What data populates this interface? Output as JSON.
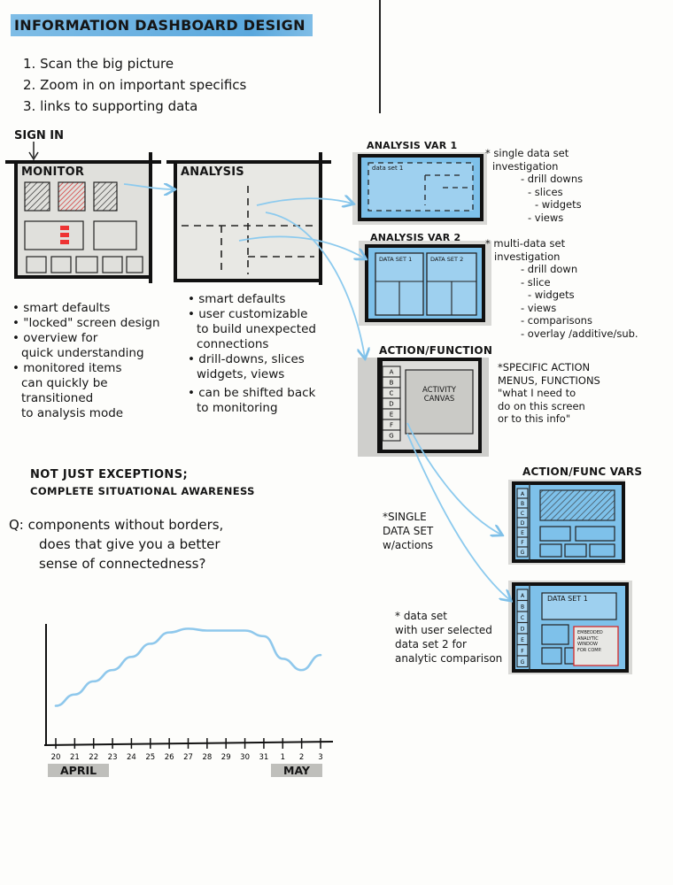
{
  "header": {
    "title": "INFORMATION DASHBOARD DESIGN"
  },
  "steps": [
    "1. Scan the big picture",
    "2. Zoom in on important specifics",
    "3. links to supporting data"
  ],
  "sign_in": "SIGN IN",
  "monitor": {
    "title": "MONITOR",
    "bullets": [
      "• smart defaults",
      "• \"locked\" screen design",
      "• overview for",
      "  quick understanding",
      "• monitored items",
      "  can quickly be",
      "  transitioned",
      "  to analysis mode"
    ]
  },
  "analysis": {
    "title": "ANALYSIS",
    "bullets": [
      "• smart defaults",
      "• user customizable",
      "  to build unexpected",
      "  connections",
      "• drill-downs, slices",
      "  widgets, views",
      "• can be shifted back",
      "  to monitoring"
    ]
  },
  "var1": {
    "label": "ANALYSIS VAR 1",
    "inner_label": "data set 1",
    "notes": [
      "* single data set",
      "  investigation",
      "    - drill downs",
      "    - slices",
      "    - widgets",
      "    - views"
    ]
  },
  "var2": {
    "label": "ANALYSIS VAR 2",
    "inner_labels": [
      "DATA SET 1",
      "DATA SET 2"
    ],
    "notes": [
      "* multi-data set",
      "  investigation",
      "    - drill down",
      "    - slice",
      "    - widgets",
      "    - views",
      "    - comparisons",
      "    - overlay /additive/sub."
    ]
  },
  "action": {
    "label": "ACTION/FUNCTION",
    "canvas": [
      "ACTIVITY",
      "CANVAS"
    ],
    "menu": [
      "A",
      "B",
      "C",
      "D",
      "E",
      "F",
      "G"
    ],
    "notes": [
      "*SPECIFIC ACTION",
      " MENUS, FUNCTIONS",
      " \"what I need to",
      "  do on this screen",
      "  or to this info\""
    ]
  },
  "exceptions": [
    "NOT JUST EXCEPTIONS;",
    "COMPLETE SITUATIONAL AWARENESS"
  ],
  "question": [
    "Q: components without borders,",
    "does that give you a better",
    "sense of connectedness?"
  ],
  "func_vars": {
    "label": "ACTION/FUNC VARS",
    "note1": [
      "*SINGLE",
      " DATA SET",
      " w/actions"
    ],
    "note2": [
      "* data set",
      "with user selected",
      "data set 2 for",
      "analytic comparison"
    ],
    "menu_top": [
      "A",
      "B",
      "C",
      "D",
      "E",
      "F",
      "G"
    ],
    "menu_bottom": [
      "A",
      "B",
      "C",
      "D",
      "E",
      "F",
      "G"
    ],
    "inner_label": "DATA SET 1",
    "embedded": [
      "EMBEDDED",
      "ANALYTIC",
      "WINDOW",
      "FOR COMP."
    ]
  },
  "chart_data": {
    "type": "line",
    "x": [
      "20",
      "21",
      "22",
      "23",
      "24",
      "25",
      "26",
      "27",
      "28",
      "29",
      "30",
      "31",
      "1",
      "2",
      "3"
    ],
    "values": [
      2.0,
      2.6,
      3.3,
      3.9,
      4.6,
      5.3,
      5.9,
      6.1,
      6.0,
      6.0,
      6.0,
      5.7,
      4.5,
      3.9,
      4.7
    ],
    "ylim": [
      0,
      8
    ],
    "month_labels": [
      "APRIL",
      "MAY"
    ],
    "title": "",
    "xlabel": "",
    "ylabel": "",
    "color": "#8fc8ec"
  }
}
